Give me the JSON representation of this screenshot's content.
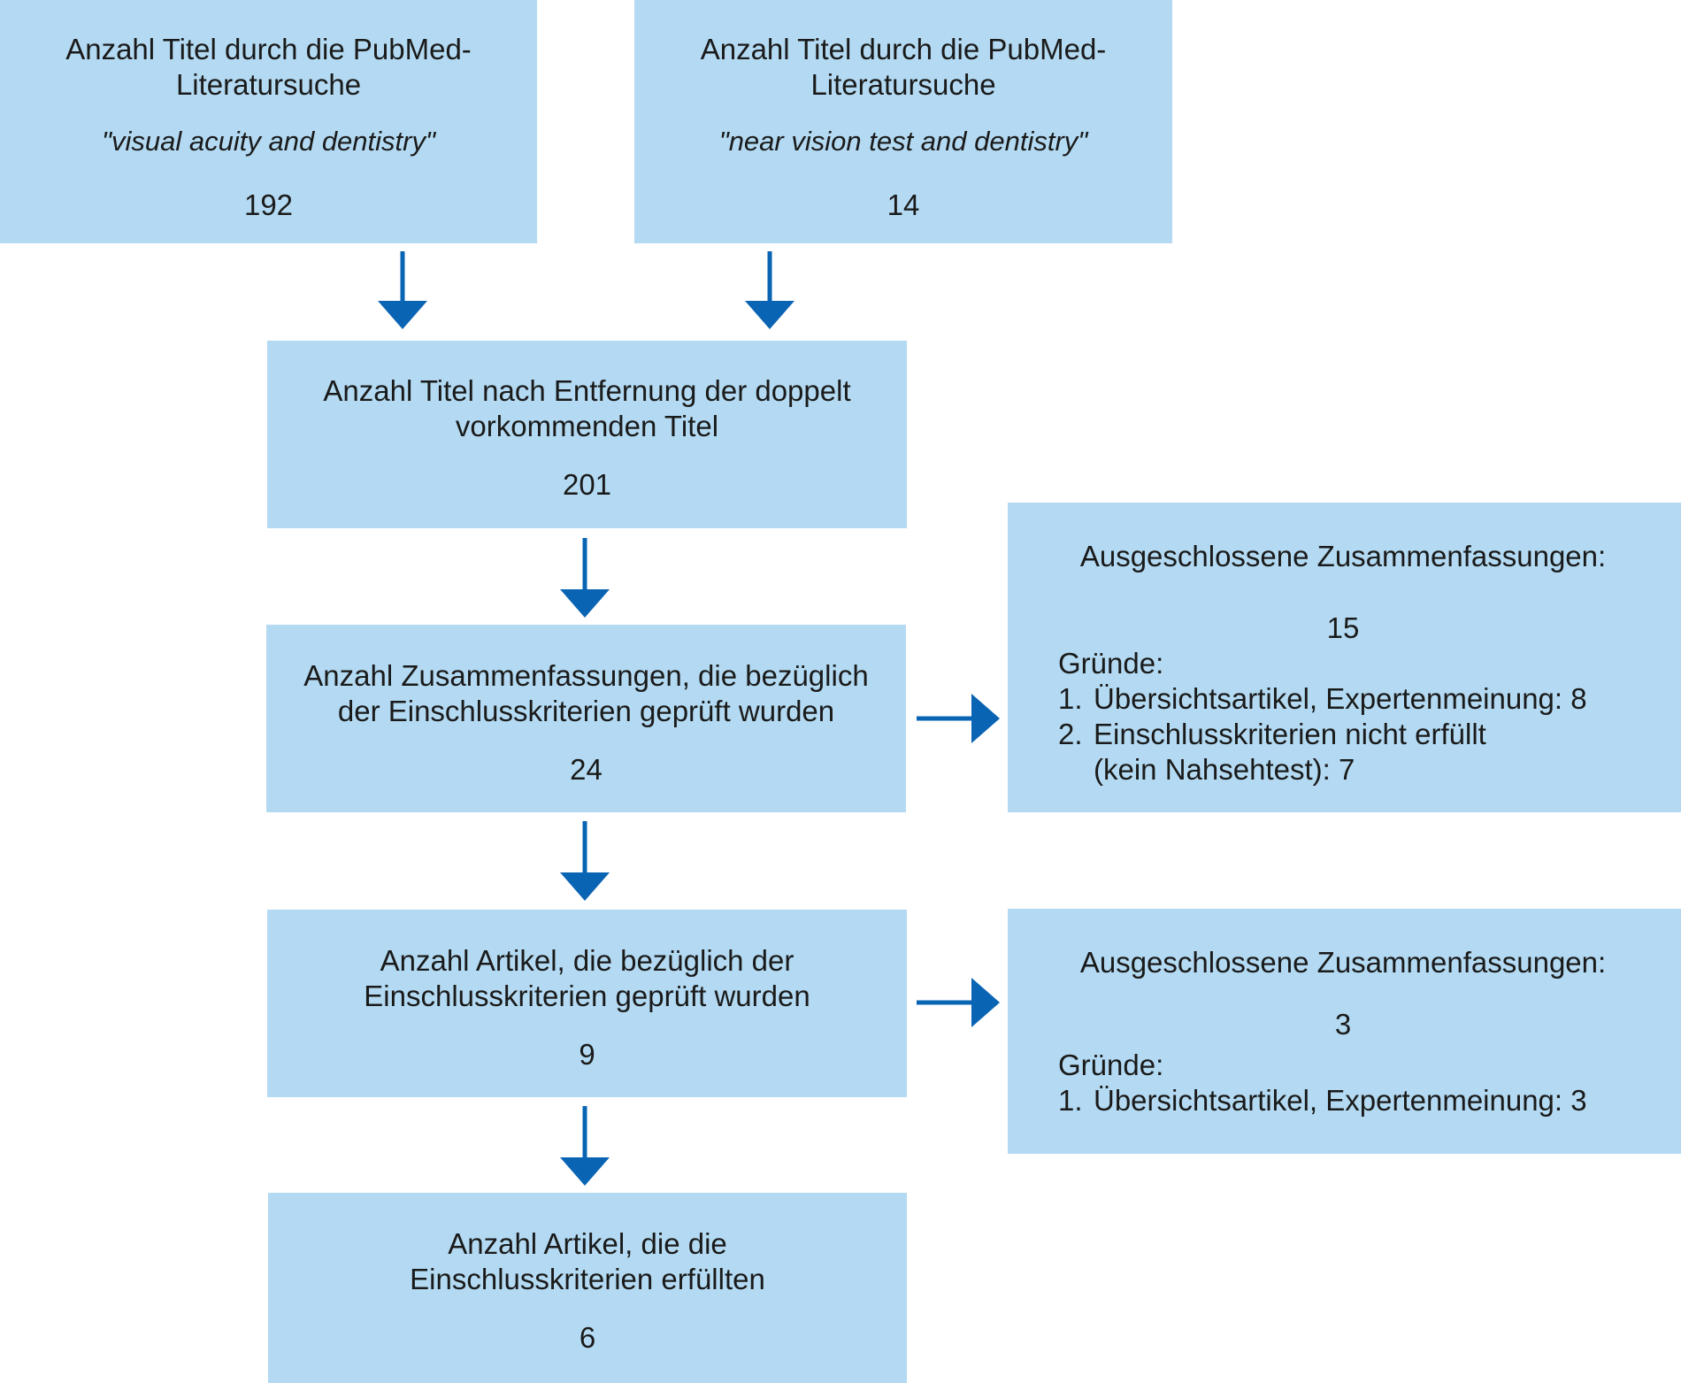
{
  "nodes": {
    "search_a": {
      "title_line1": "Anzahl Titel durch die PubMed-",
      "title_line2": "Literatursuche",
      "query": "\"visual acuity and dentistry\"",
      "count": "192"
    },
    "search_b": {
      "title_line1": "Anzahl Titel durch die PubMed-",
      "title_line2": "Literatursuche",
      "query": "\"near vision test and dentistry\"",
      "count": "14"
    },
    "deduplicated": {
      "title_line1": "Anzahl Titel nach Entfernung der doppelt",
      "title_line2": "vorkommenden Titel",
      "count": "201"
    },
    "abstracts_screened": {
      "title_line1": "Anzahl Zusammenfassungen, die bezüglich",
      "title_line2": "der Einschlusskriterien geprüft wurden",
      "count": "24"
    },
    "articles_screened": {
      "title_line1": "Anzahl Artikel, die bezüglich der",
      "title_line2": "Einschlusskriterien geprüft wurden",
      "count": "9"
    },
    "included": {
      "title_line1": "Anzahl Artikel, die die",
      "title_line2": "Einschlusskriterien erfüllten",
      "count": "6"
    },
    "excluded_abstracts": {
      "title": "Ausgeschlossene Zusammenfassungen:",
      "count": "15",
      "reasons_label": "Gründe:",
      "reasons": [
        {
          "num": "1.",
          "line1": "Übersichtsartikel, Expertenmeinung: 8",
          "line2": ""
        },
        {
          "num": "2.",
          "line1": "Einschlusskriterien nicht erfüllt",
          "line2": "(kein Nahsehtest): 7"
        }
      ]
    },
    "excluded_articles": {
      "title": "Ausgeschlossene Zusammenfassungen:",
      "count": "3",
      "reasons_label": "Gründe:",
      "reasons": [
        {
          "num": "1.",
          "line1": "Übersichtsartikel, Expertenmeinung: 3"
        }
      ]
    }
  },
  "colors": {
    "box_fill": "#b3daf2",
    "arrow": "#0a64b4",
    "text": "#1a1a1a"
  }
}
